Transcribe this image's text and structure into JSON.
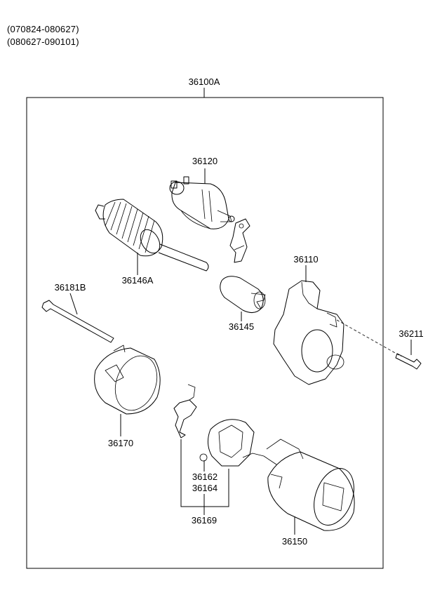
{
  "header": {
    "date_range_1": "(070824-080627)",
    "date_range_2": "(080627-090101)"
  },
  "assembly": {
    "label": "36100A"
  },
  "parts": {
    "solenoid": "36120",
    "armature": "36146A",
    "through_bolt": "36181B",
    "pinion": "36145",
    "housing": "36110",
    "bolt": "36211",
    "yoke_cover": "36170",
    "brush_a": "36162",
    "brush_b": "36164",
    "brush_holder_set": "36169",
    "yoke": "36150"
  }
}
